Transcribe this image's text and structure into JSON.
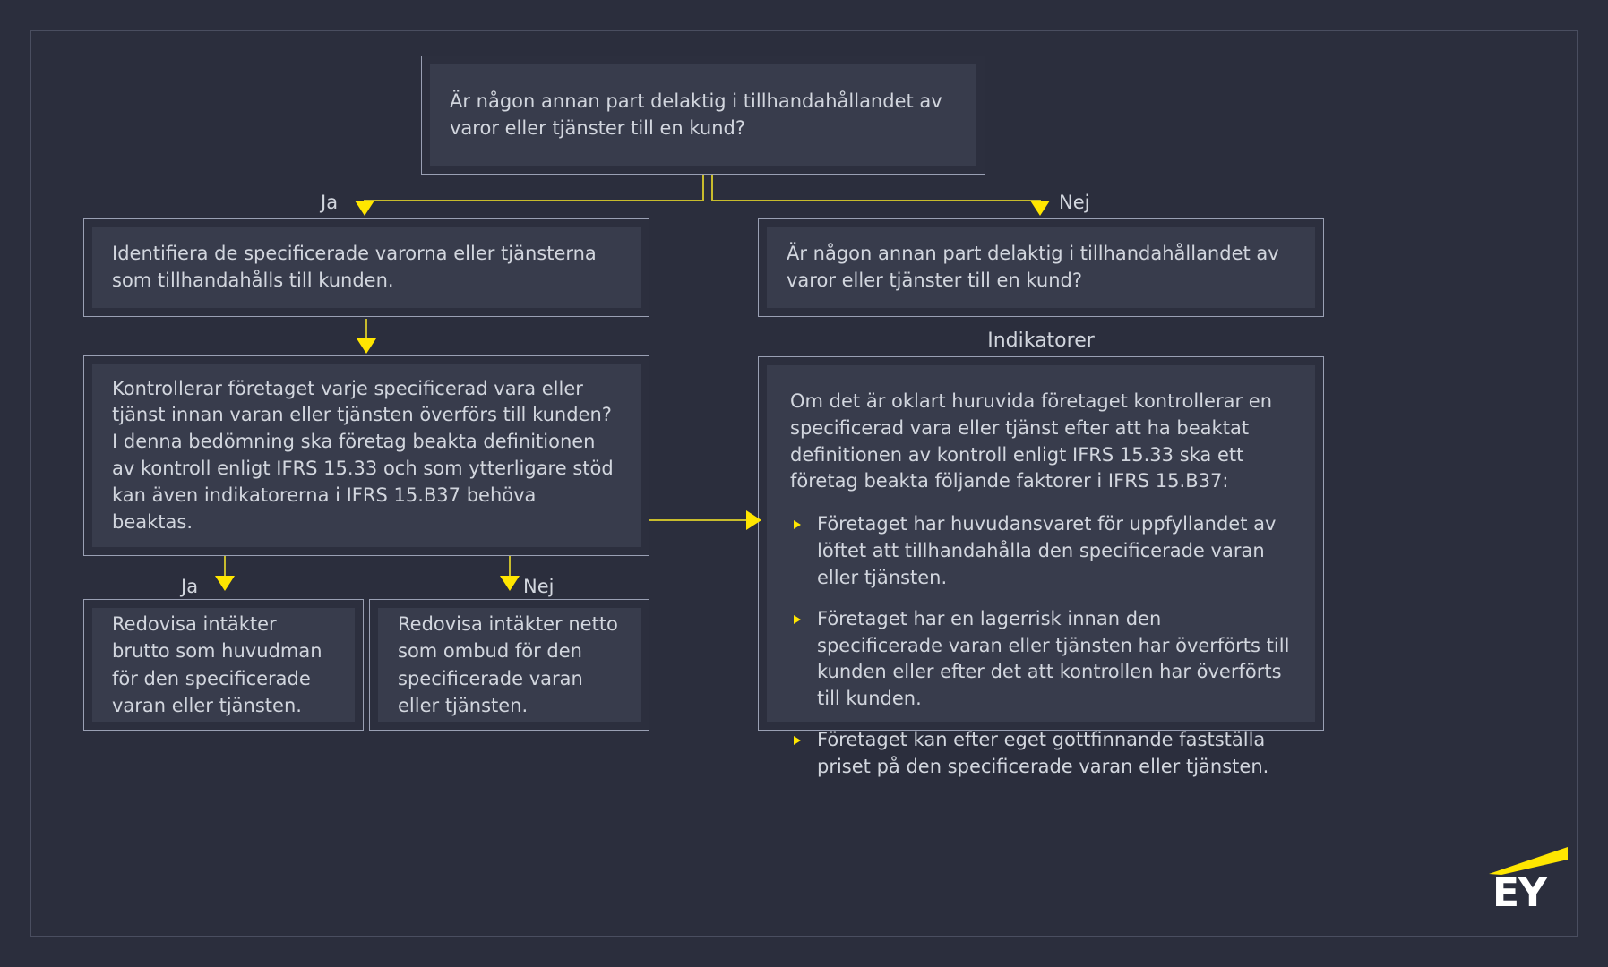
{
  "diagram": {
    "title": "Principal versus agent assessment flowchart",
    "accent_color": "#ffe600",
    "connector_color": "#c8bc2d",
    "background_color": "#2b2e3d",
    "node_fill_color": "#383c4c",
    "node_border_color": "#9aa0b4",
    "text_color": "#d2d6de"
  },
  "nodes": {
    "question_top": {
      "text": "Är någon annan part delaktig i tillhandahållandet av varor eller tjänster till en kund?"
    },
    "identify": {
      "text": "Identifiera de specificerade varorna eller tjänsterna som tillhandahålls till kunden."
    },
    "control": {
      "text": "Kontrollerar företaget varje specificerad vara eller tjänst innan varan eller tjänsten överförs till kunden? I denna bedömning ska företag beakta definitionen av kontroll enligt IFRS 15.33 och som ytterligare stöd kan även indikatorerna i IFRS 15.B37 behöva beaktas."
    },
    "gross": {
      "text": "Redovisa intäkter brutto som huvudman för den specificerade varan eller tjänsten."
    },
    "net": {
      "text": "Redovisa intäkter netto som ombud för den specificerade varan eller tjänsten."
    },
    "question_right": {
      "text": "Är någon annan part delaktig i tillhandahållandet av varor eller tjänster till en kund?"
    },
    "indicators": {
      "title": "Indikatorer",
      "lead": "Om det är oklart huruvida företaget kontrollerar en specificerad vara eller tjänst efter att ha beaktat definitionen av kontroll enligt IFRS 15.33 ska ett företag beakta följande faktorer i IFRS 15.B37:",
      "bullets": [
        "Företaget har huvudansvaret för uppfyllandet av löftet att tillhandahålla den specificerade varan eller tjänsten.",
        "Företaget har en lagerrisk innan den specificerade varan eller tjänsten har överförts till kunden eller efter det att kontrollen har överförts till kunden.",
        "Företaget kan efter eget gottfinnande fastställa priset på den specificerade varan eller tjänsten."
      ]
    }
  },
  "edge_labels": {
    "top_yes": "Ja",
    "top_no": "Nej",
    "control_yes": "Ja",
    "control_no": "Nej"
  },
  "branding": {
    "logo_text": "EY"
  }
}
